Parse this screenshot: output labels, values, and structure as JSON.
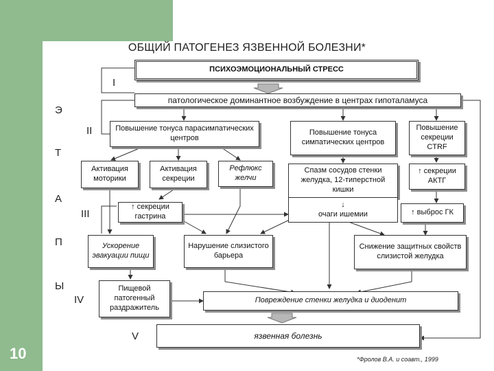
{
  "title": "ОБЩИЙ ПАТОГЕНЕЗ ЯЗВЕННОЙ БОЛЕЗНИ*",
  "side_letters": [
    "Э",
    "Т",
    "А",
    "П",
    "Ы"
  ],
  "stages": [
    "I",
    "II",
    "III",
    "IV",
    "V"
  ],
  "boxes": {
    "stress": "ПСИХОЭМОЦИОНАЛЬНЫЙ СТРЕСС",
    "hypothalamus": "патологическое доминантное возбуждение в центрах гипоталамуса",
    "parasympathetic": "Повышение тонуса парасимпатических центров",
    "sympathetic": "Повышение тонуса симпатических центров",
    "ctrf": "Повышение секреции CTRF",
    "motility": "Активация моторики",
    "secretion": "Активация секреции",
    "reflux": "Рефлюкс желчи",
    "spasm": "Спазм сосудов стенки желудка, 12-типерстной кишки",
    "ischemia": "очаги ишемии",
    "acth": "секреции АКТГ",
    "gastrin": "секреции гастрина",
    "gc": "выброс ГК",
    "evacuation": "Ускорение эвакуации пищи",
    "barrier": "Нарушение слизистого барьера",
    "protective": "Снижение защитных свойств слизистой желудка",
    "irritant": "Пищевой патогенный раздражитель",
    "damage": "Повреждение стенки желудка и диоденит",
    "disease": "язвенная болезнь"
  },
  "up_arrow": "↑",
  "down_arrow": "↓",
  "page_number": "10",
  "reference": "*Фролов В.А. и соавт., 1999",
  "colors": {
    "green": "#8fbb8f",
    "shadow": "#8d8d8d"
  }
}
